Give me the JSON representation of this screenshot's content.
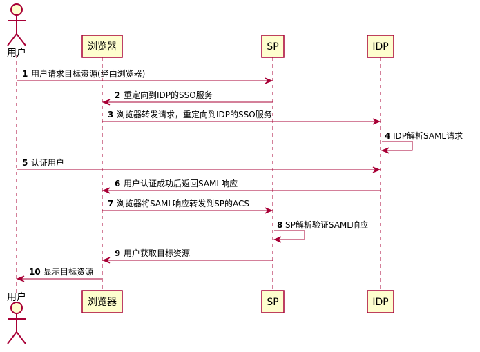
{
  "participants": [
    {
      "id": "user",
      "label": "用户",
      "kind": "actor"
    },
    {
      "id": "browser",
      "label": "浏览器",
      "kind": "participant"
    },
    {
      "id": "sp",
      "label": "SP",
      "kind": "participant"
    },
    {
      "id": "idp",
      "label": "IDP",
      "kind": "participant"
    }
  ],
  "messages": [
    {
      "num": "1",
      "text": "用户请求目标资源(经由浏览器)",
      "from": "user",
      "to": "sp"
    },
    {
      "num": "2",
      "text": "重定向到IDP的SSO服务",
      "from": "sp",
      "to": "browser"
    },
    {
      "num": "3",
      "text": "浏览器转发请求，重定向到IDP的SSO服务",
      "from": "browser",
      "to": "idp"
    },
    {
      "num": "4",
      "text": "IDP解析SAML请求",
      "from": "idp",
      "to": "idp"
    },
    {
      "num": "5",
      "text": "认证用户",
      "from": "user",
      "to": "idp"
    },
    {
      "num": "6",
      "text": "用户认证成功后返回SAML响应",
      "from": "idp",
      "to": "browser"
    },
    {
      "num": "7",
      "text": "浏览器将SAML响应转发到SP的ACS",
      "from": "browser",
      "to": "sp"
    },
    {
      "num": "8",
      "text": "SP解析验证SAML响应",
      "from": "sp",
      "to": "sp"
    },
    {
      "num": "9",
      "text": "用户获取目标资源",
      "from": "sp",
      "to": "browser"
    },
    {
      "num": "10",
      "text": "显示目标资源",
      "from": "browser",
      "to": "user"
    }
  ],
  "colors": {
    "line": "#a80036",
    "participant_fill": "#fefece"
  }
}
